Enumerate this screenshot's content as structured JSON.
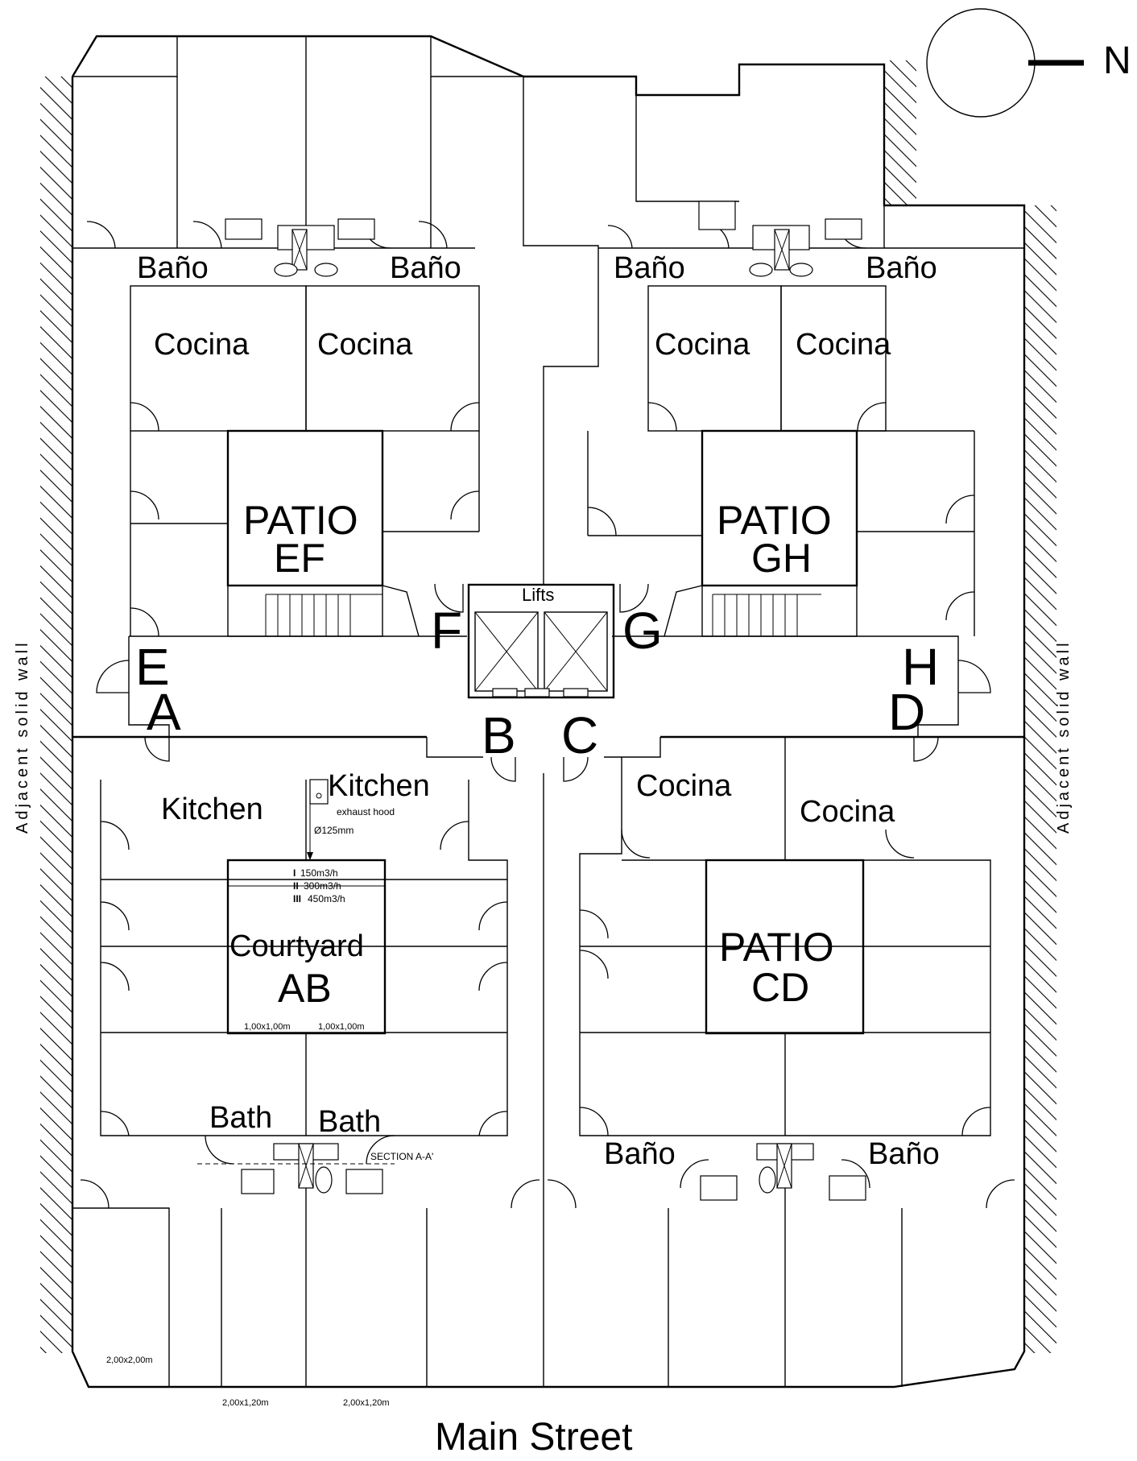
{
  "compass": {
    "label": "N"
  },
  "sides": {
    "left": "Adjacent  solid  wall",
    "right": "Adjacent  solid  wall"
  },
  "street": "Main Street",
  "north_units": {
    "bano_1": "Baño",
    "bano_2": "Baño",
    "bano_3": "Baño",
    "bano_4": "Baño",
    "cocina_1": "Cocina",
    "cocina_2": "Cocina",
    "cocina_3": "Cocina",
    "cocina_4": "Cocina",
    "patio_ef_1": "PATIO",
    "patio_ef_2": "EF",
    "patio_gh_1": "PATIO",
    "patio_gh_2": "GH"
  },
  "core": {
    "lifts": "Lifts",
    "letters": {
      "A": "A",
      "B": "B",
      "C": "C",
      "D": "D",
      "E": "E",
      "F": "F",
      "G": "G",
      "H": "H"
    }
  },
  "south_units": {
    "kitchen_1": "Kitchen",
    "kitchen_2": "Kitchen",
    "hood": "exhaust hood",
    "duct": "Ø125mm",
    "flow_1": "150m3/h",
    "flow_2": "300m3/h",
    "flow_3": "450m3/h",
    "flow_1_mark": "I",
    "flow_2_mark": "II",
    "flow_3_mark": "III",
    "courtyard_1": "Courtyard",
    "courtyard_2": "AB",
    "win_1": "1,00x1,00m",
    "win_2": "1,00x1,00m",
    "bath_1": "Bath",
    "bath_2": "Bath",
    "section": "SECTION A-A'",
    "cocina_5": "Cocina",
    "cocina_6": "Cocina",
    "patio_cd_1": "PATIO",
    "patio_cd_2": "CD",
    "bano_5": "Baño",
    "bano_6": "Baño"
  },
  "openings": {
    "o1": "2,00x2,00m",
    "o2": "2,00x1,20m",
    "o3": "2,00x1,20m"
  }
}
